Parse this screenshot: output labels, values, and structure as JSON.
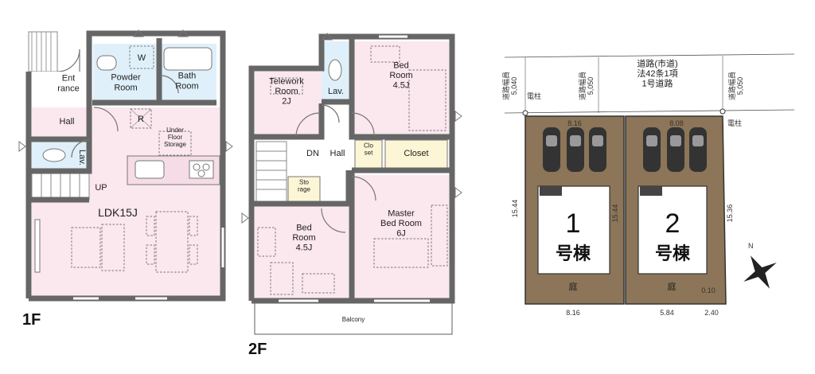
{
  "floor_1": {
    "label": "1F",
    "rooms": {
      "entrance": "Ent\nrance",
      "powder_room": "Powder\nRoom",
      "bath_room": "Bath\nRoom",
      "hall": "Hall",
      "lav": "Lav.",
      "ldk": "LDK15J",
      "under_floor_storage": "Under\nFloor\nStorage",
      "washer_mark": "W",
      "fridge_mark": "R",
      "up": "UP"
    }
  },
  "floor_2": {
    "label": "2F",
    "rooms": {
      "telework": "Telework\nRoom\n2J",
      "lav": "Lav.",
      "bed_room_top": "Bed\nRoom\n4.5J",
      "dn": "DN",
      "hall": "Hall",
      "closet_small": "Clo\nset",
      "closet": "Closet",
      "storage": "Sto\nrage",
      "bed_room_bottom": "Bed\nRoom\n4.5J",
      "master_bed_room": "Master\nBed Room\n6J",
      "balcony": "Balcony"
    }
  },
  "site_plan": {
    "road_label": "道路(市道)\n法42条1項\n1号道路",
    "road_width_left": "道路幅員\n5,040",
    "road_width_mid": "道路幅員\n5,050",
    "road_width_right": "道路幅員\n5,050",
    "pole_left": "電柱",
    "pole_right": "電柱",
    "lot1": {
      "number": "1",
      "kanji": "号棟",
      "garden": "庭",
      "frontage": "8.16",
      "rear": "8.16",
      "left_depth": "15.44",
      "right_depth": "15.44"
    },
    "lot2": {
      "number": "2",
      "kanji": "号棟",
      "garden": "庭",
      "frontage": "8.08",
      "rear_a": "5.84",
      "rear_b": "2.40",
      "right_depth": "15.36",
      "corner": "0.10"
    },
    "north": "N"
  },
  "colors": {
    "room_pink": "#fbe7ee",
    "wet_blue": "#dff0fa",
    "wall_gray": "#666666",
    "lot_brown": "#8c7558",
    "closet_yellow": "#fdf6d6"
  }
}
